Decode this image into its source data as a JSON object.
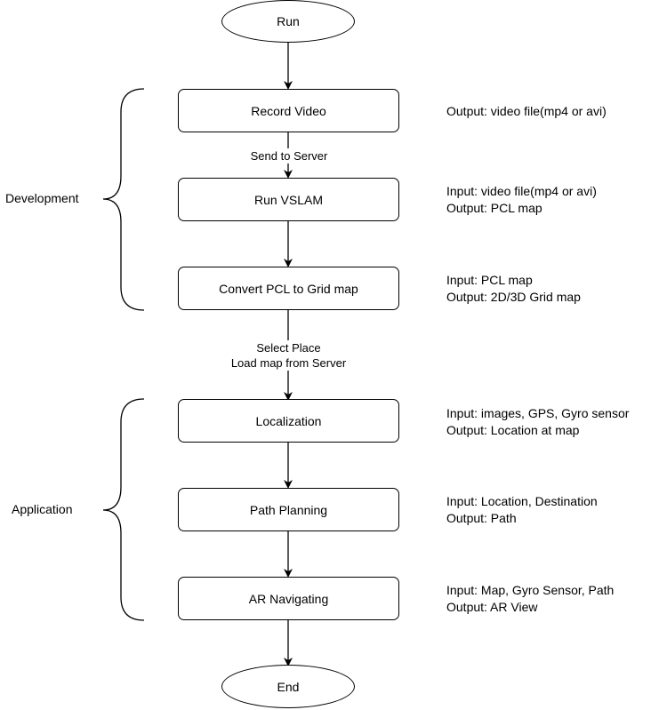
{
  "terminals": {
    "start": "Run",
    "end": "End"
  },
  "steps": [
    {
      "label": "Record Video",
      "notes": [
        "Output: video file(mp4 or avi)"
      ]
    },
    {
      "label": "Run VSLAM",
      "notes": [
        "Input: video file(mp4 or avi)",
        "Output: PCL map"
      ]
    },
    {
      "label": "Convert PCL to Grid map",
      "notes": [
        "Input: PCL map",
        "Output: 2D/3D Grid map"
      ]
    },
    {
      "label": "Localization",
      "notes": [
        "Input: images, GPS, Gyro sensor",
        "Output: Location at map"
      ]
    },
    {
      "label": "Path Planning",
      "notes": [
        "Input: Location, Destination",
        "Output: Path"
      ]
    },
    {
      "label": "AR Navigating",
      "notes": [
        "Input: Map, Gyro Sensor, Path",
        "Output: AR View"
      ]
    }
  ],
  "edge_labels": {
    "send_to_server": "Send to Server",
    "select_place": "Select Place",
    "load_map": "Load map from Server"
  },
  "groups": {
    "development": "Development",
    "application": "Application"
  }
}
